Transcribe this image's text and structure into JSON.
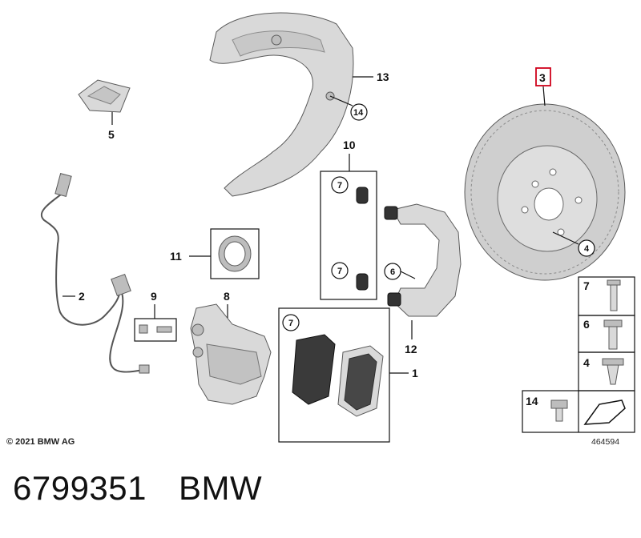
{
  "diagram": {
    "callouts": {
      "c1": "1",
      "c2": "2",
      "c3": "3",
      "c4": "4",
      "c5": "5",
      "c7a": "7",
      "c7b": "7",
      "c7c": "7",
      "c6": "6",
      "c8": "8",
      "c9": "9",
      "c10": "10",
      "c11": "11",
      "c12": "12",
      "c13": "13",
      "c14": "14"
    },
    "legend": {
      "r7": "7",
      "r6": "6",
      "r4": "4",
      "r14": "14"
    },
    "copyright": "© 2021 BMW AG",
    "diagram_number": "464594",
    "highlighted_part": "3",
    "highlight_color": "#d0021b"
  },
  "footer": {
    "part_number": "6799351",
    "brand": "BMW"
  }
}
